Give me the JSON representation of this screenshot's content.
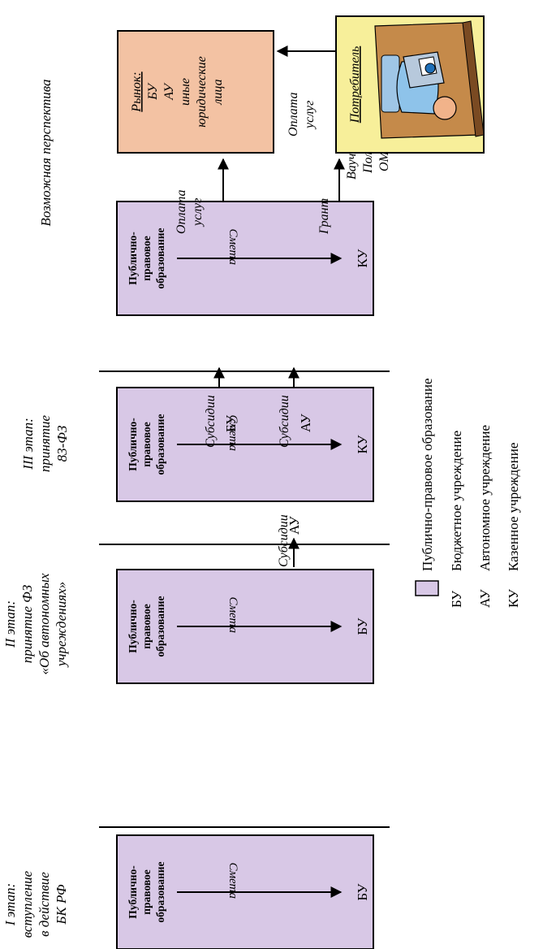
{
  "stages": [
    {
      "title": [
        "I этап:",
        "вступление",
        "в действие",
        "БК РФ"
      ]
    },
    {
      "title": [
        "II этап:",
        "принятие ФЗ",
        "«Об автономных",
        "учреждениях»"
      ]
    },
    {
      "title": [
        "III этап:",
        "принятие",
        "83-ФЗ"
      ]
    },
    {
      "title": [
        "Возможная перспектива"
      ]
    }
  ],
  "box_text": [
    "Публично-",
    "правовое",
    "образование"
  ],
  "smeta_label": "Смета",
  "recipients": {
    "s1": "БУ",
    "s2": "БУ",
    "s3": "КУ",
    "s4": "КУ"
  },
  "subsidy_label": "Субсидии",
  "s2_side": "АУ",
  "s3_side": [
    "БУ",
    "АУ"
  ],
  "s4_payments": {
    "oplata_top": [
      "Оплата",
      "услуг"
    ],
    "grant": "Грант",
    "voucher": [
      "Ваучер",
      "Полис",
      "ОМС"
    ],
    "oplata_right": [
      "Оплата",
      "услуг"
    ]
  },
  "market": [
    "Рынок:",
    "БУ",
    "АУ",
    "иные",
    "юридические",
    "лица"
  ],
  "consumer": "Потребитель",
  "legend": [
    {
      "key": "",
      "text": "Публично-правовое образование"
    },
    {
      "key": "БУ",
      "text": "Бюджетное учреждение"
    },
    {
      "key": "АУ",
      "text": "Автономное учреждение"
    },
    {
      "key": "КУ",
      "text": "Казенное учреждение"
    }
  ],
  "colors": {
    "box_fill": "#d8c8e6",
    "market_fill": "#f3c2a3",
    "consumer_fill": "#f7ef9a",
    "stroke": "#000000"
  }
}
